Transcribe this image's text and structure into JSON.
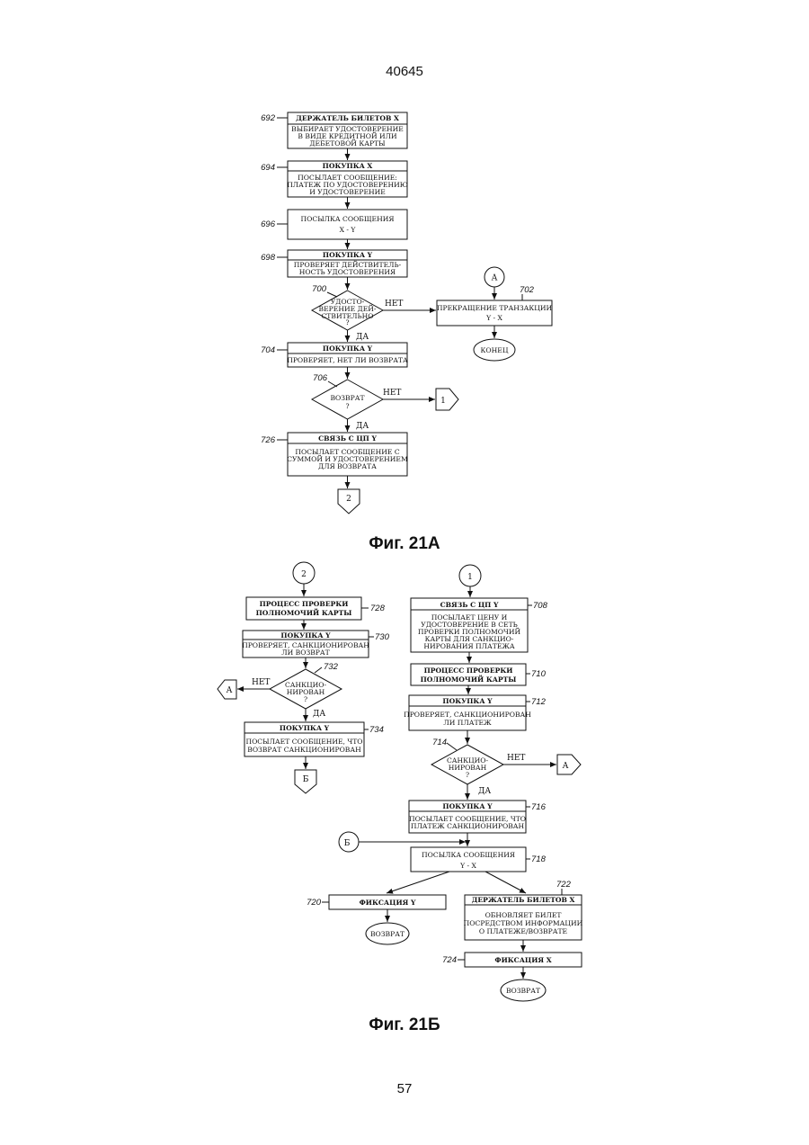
{
  "header": {
    "doc_number": "40645"
  },
  "footer": {
    "page_number": "57"
  },
  "fig_a": {
    "caption": "Фиг. 21А",
    "connector_a": "А",
    "connector_1": "1",
    "connector_2": "2",
    "yes": "ДА",
    "no": "НЕТ",
    "end": "КОНЕЦ",
    "b692": {
      "ref": "692",
      "head": "ДЕРЖАТЕЛЬ БИЛЕТОВ X",
      "lines": [
        "ВЫБИРАЕТ УДОСТОВЕРЕНИЕ",
        "В ВИДЕ КРЕДИТНОЙ ИЛИ",
        "ДЕБЕТОВОЙ КАРТЫ"
      ]
    },
    "b694": {
      "ref": "694",
      "head": "ПОКУПКА X",
      "lines": [
        "ПОСЫЛАЕТ СООБЩЕНИЕ:",
        "ПЛАТЕЖ ПО УДОСТОВЕРЕНИЮ",
        "И УДОСТОВЕРЕНИЕ"
      ]
    },
    "b696": {
      "ref": "696",
      "lines": [
        "ПОСЫЛКА СООБЩЕНИЯ",
        "X - Y"
      ]
    },
    "b698": {
      "ref": "698",
      "head": "ПОКУПКА Y",
      "lines": [
        "ПРОВЕРЯЕТ ДЕЙСТВИТЕЛЬ-",
        "НОСТЬ УДОСТОВЕРЕНИЯ"
      ]
    },
    "d700": {
      "ref": "700",
      "lines": [
        "УДОСТО-",
        "ВЕРЕНИЕ ДЕЙ-",
        "СТВИТЕЛЬНО",
        "?"
      ]
    },
    "b702": {
      "ref": "702",
      "lines": [
        "ПРЕКРАЩЕНИЕ ТРАНЗАКЦИИ",
        "Y - X"
      ]
    },
    "b704": {
      "ref": "704",
      "head": "ПОКУПКА Y",
      "lines": [
        "ПРОВЕРЯЕТ, НЕТ ЛИ ВОЗВРАТА"
      ]
    },
    "d706": {
      "ref": "706",
      "lines": [
        "ВОЗВРАТ",
        "?"
      ]
    },
    "b726": {
      "ref": "726",
      "head": "СВЯЗЬ С ЦП Y",
      "lines": [
        "ПОСЫЛАЕТ СООБЩЕНИЕ С",
        "СУММОЙ И УДОСТОВЕРЕНИЕМ",
        "ДЛЯ ВОЗВРАТА"
      ]
    }
  },
  "fig_b": {
    "caption": "Фиг. 21Б",
    "connector_2": "2",
    "connector_1": "1",
    "connector_a": "А",
    "connector_b": "Б",
    "yes": "ДА",
    "no": "НЕТ",
    "return": "ВОЗВРАТ",
    "b728": {
      "ref": "728",
      "lines": [
        "ПРОЦЕСС ПРОВЕРКИ",
        "ПОЛНОМОЧИЙ КАРТЫ"
      ]
    },
    "b730": {
      "ref": "730",
      "head": "ПОКУПКА Y",
      "lines": [
        "ПРОВЕРЯЕТ, САНКЦИОНИРОВАН",
        "ЛИ ВОЗВРАТ"
      ]
    },
    "d732": {
      "ref": "732",
      "lines": [
        "САНКЦИО-",
        "НИРОВАН",
        "?"
      ]
    },
    "b734": {
      "ref": "734",
      "head": "ПОКУПКА Y",
      "lines": [
        "ПОСЫЛАЕТ СООБЩЕНИЕ, ЧТО",
        "ВОЗВРАТ САНКЦИОНИРОВАН"
      ]
    },
    "b708": {
      "ref": "708",
      "head": "СВЯЗЬ С ЦП Y",
      "lines": [
        "ПОСЫЛАЕТ ЦЕНУ И",
        "УДОСТОВЕРЕНИЕ В СЕТЬ",
        "ПРОВЕРКИ ПОЛНОМОЧИЙ",
        "КАРТЫ ДЛЯ САНКЦИО-",
        "НИРОВАНИЯ ПЛАТЕЖА"
      ]
    },
    "b710": {
      "ref": "710",
      "lines": [
        "ПРОЦЕСС ПРОВЕРКИ",
        "ПОЛНОМОЧИЙ КАРТЫ"
      ]
    },
    "b712": {
      "ref": "712",
      "head": "ПОКУПКА Y",
      "lines": [
        "ПРОВЕРЯЕТ, САНКЦИОНИРОВАН",
        "ЛИ ПЛАТЕЖ"
      ]
    },
    "d714": {
      "ref": "714",
      "lines": [
        "САНКЦИО-",
        "НИРОВАН",
        "?"
      ]
    },
    "b716": {
      "ref": "716",
      "head": "ПОКУПКА Y",
      "lines": [
        "ПОСЫЛАЕТ СООБЩЕНИЕ, ЧТО",
        "ПЛАТЕЖ САНКЦИОНИРОВАН"
      ]
    },
    "b718": {
      "ref": "718",
      "lines": [
        "ПОСЫЛКА СООБЩЕНИЯ",
        "Y - X"
      ]
    },
    "b720": {
      "ref": "720",
      "lines": [
        "ФИКСАЦИЯ Y"
      ]
    },
    "b722": {
      "ref": "722",
      "head": "ДЕРЖАТЕЛЬ БИЛЕТОВ X",
      "lines": [
        "ОБНОВЛЯЕТ БИЛЕТ",
        "ПОСРЕДСТВОМ ИНФОРМАЦИИ",
        "О ПЛАТЕЖЕ/ВОЗВРАТЕ"
      ]
    },
    "b724": {
      "ref": "724",
      "lines": [
        "ФИКСАЦИЯ X"
      ]
    }
  }
}
